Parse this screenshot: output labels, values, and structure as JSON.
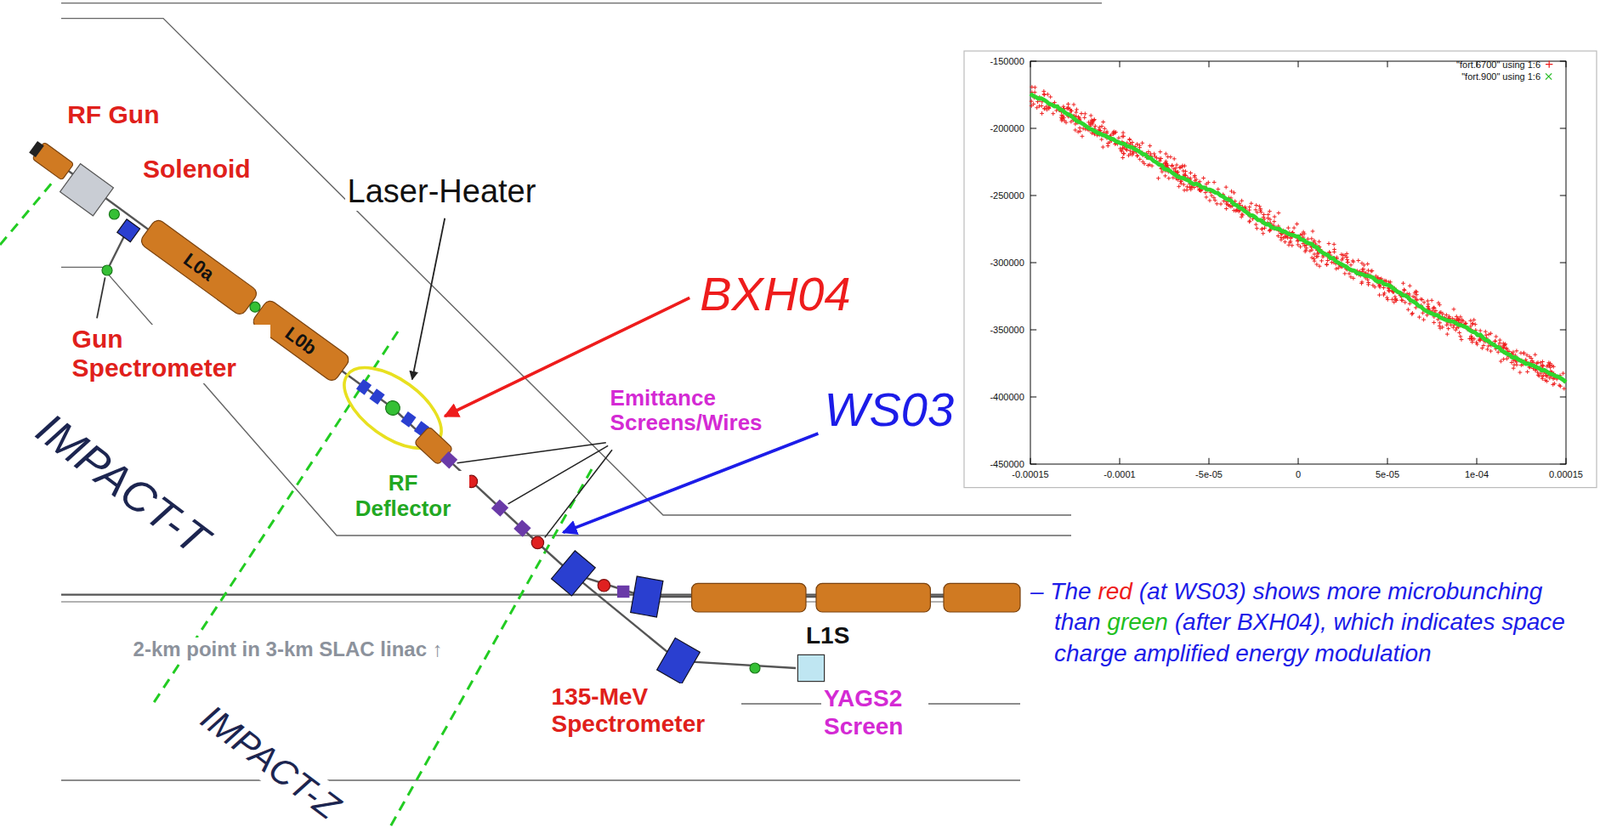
{
  "diagram": {
    "labels": [
      "RF Gun",
      "Solenoid",
      "Laser-Heater",
      "L0a",
      "L0b",
      "Gun Spectrometer",
      "BXH04",
      "WS03",
      "Emittance Screens/Wires",
      "RF Deflector",
      "IMPACT-T",
      "2-km point in 3-km SLAC linac ↑",
      "L1S",
      "135-MeV Spectrometer",
      "YAGS2 Screen",
      "IMPACT-Z",
      "-150000",
      "-200000",
      "-250000",
      "-300000",
      "-350000",
      "-400000",
      "-450000",
      "-0.00015",
      "-0.0001",
      "-5e-05",
      "0",
      "5e-05",
      "1e-04",
      "0.00015",
      "– The",
      "red",
      "(at WS03) shows more microbunching than",
      "green",
      "(after BXH04), which indicates space charge amplified energy modulation"
    ],
    "legend": [
      {
        "text": "\"fort.6700\" using 1:6"
      },
      {
        "text": "\"fort.900\" using 1:6"
      }
    ]
  }
}
